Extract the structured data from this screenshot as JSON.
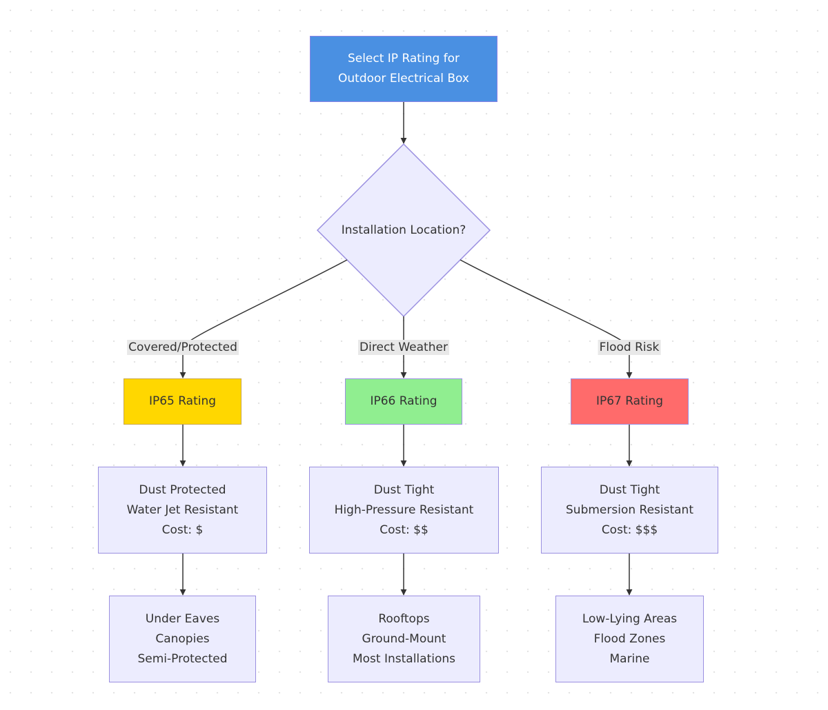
{
  "diagram": {
    "start": {
      "lines": [
        "Select IP Rating for",
        "Outdoor Electrical Box"
      ]
    },
    "decision": {
      "text": "Installation Location?"
    },
    "branches": [
      {
        "edge_label": "Covered/Protected",
        "rating": "IP65 Rating",
        "rating_color": "#ffd700",
        "properties": [
          "Dust Protected",
          "Water Jet Resistant",
          "Cost: $"
        ],
        "applications": [
          "Under Eaves",
          "Canopies",
          "Semi-Protected"
        ]
      },
      {
        "edge_label": "Direct Weather",
        "rating": "IP66 Rating",
        "rating_color": "#90ee90",
        "properties": [
          "Dust Tight",
          "High-Pressure Resistant",
          "Cost: $$"
        ],
        "applications": [
          "Rooftops",
          "Ground-Mount",
          "Most Installations"
        ]
      },
      {
        "edge_label": "Flood Risk",
        "rating": "IP67 Rating",
        "rating_color": "#ff6b6b",
        "properties": [
          "Dust Tight",
          "Submersion Resistant",
          "Cost: $$$"
        ],
        "applications": [
          "Low-Lying Areas",
          "Flood Zones",
          "Marine"
        ]
      }
    ]
  },
  "colors": {
    "start_fill": "#4a90e2",
    "node_fill": "#ececfe",
    "node_border": "#9a8fe0",
    "edge": "#333333",
    "label_bg": "#e8e8e8"
  }
}
